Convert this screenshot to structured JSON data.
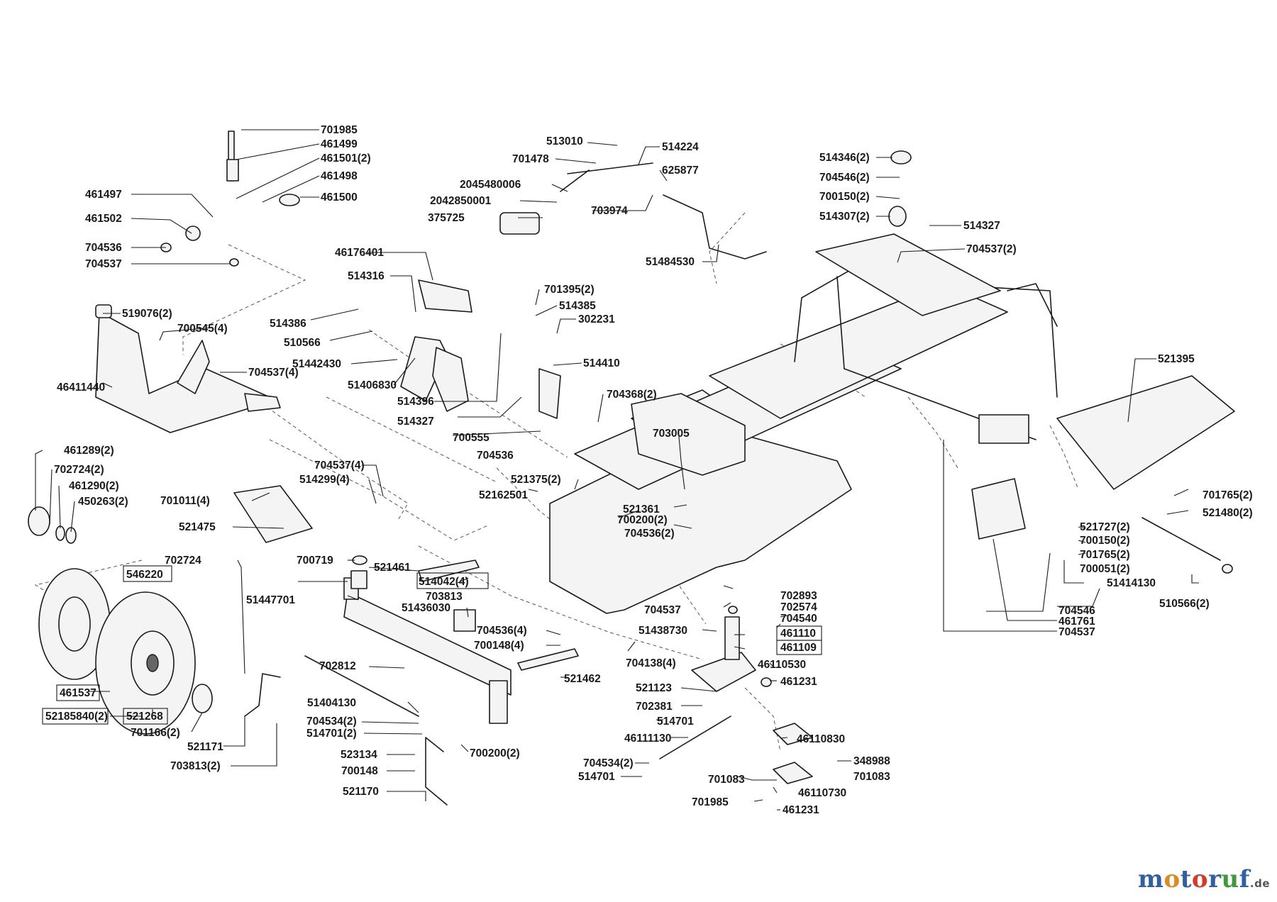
{
  "labels": [
    "701985",
    "461499",
    "461501(2)",
    "461498",
    "461500",
    "461497",
    "461502",
    "704536",
    "704537",
    "513010",
    "514224",
    "701478",
    "625877",
    "2045480006",
    "2042850001",
    "703974",
    "375725",
    "51484530",
    "514346(2)",
    "704546(2)",
    "700150(2)",
    "514307(2)",
    "514327",
    "704537(2)",
    "46176401",
    "514316",
    "701395(2)",
    "514385",
    "519076(2)",
    "514386",
    "302231",
    "700545(4)",
    "510566",
    "51442430",
    "514410",
    "704537(4)",
    "51406830",
    "46411440",
    "514396",
    "704368(2)",
    "514327",
    "703005",
    "700555",
    "704536",
    "521395",
    "461289(2)",
    "702724(2)",
    "521375(2)",
    "461290(2)",
    "450263(2)",
    "704537(4)",
    "514299(4)",
    "52162501",
    "701011(4)",
    "521361",
    "701765(2)",
    "700200(2)",
    "521480(2)",
    "521475",
    "704536(2)",
    "521727(2)",
    "700150(2)",
    "702724",
    "700719",
    "701765(2)",
    "546220",
    "521461",
    "514042(4)",
    "700051(2)",
    "51414130",
    "51447701",
    "703813",
    "510566(2)",
    "51436030",
    "702893",
    "702574",
    "704540",
    "704537",
    "704546",
    "461761",
    "704537",
    "51438730",
    "461110",
    "461109",
    "704536(4)",
    "700148(4)",
    "704138(4)",
    "46110530",
    "702812",
    "521462",
    "461231",
    "461537",
    "521123",
    "702381",
    "51404130",
    "52185840(2)",
    "521268",
    "514701",
    "704534(2)",
    "701166(2)",
    "514701(2)",
    "46111130",
    "46110830",
    "521171",
    "523134",
    "700200(2)",
    "348988",
    "704534(2)",
    "700148",
    "514701",
    "701083",
    "703813(2)",
    "701083",
    "46110730",
    "521170",
    "701985",
    "461231"
  ],
  "brand": {
    "m": "m",
    "o1": "o",
    "t": "t",
    "o2": "o",
    "r": "r",
    "u": "u",
    "f": "f",
    "de": ".de"
  }
}
